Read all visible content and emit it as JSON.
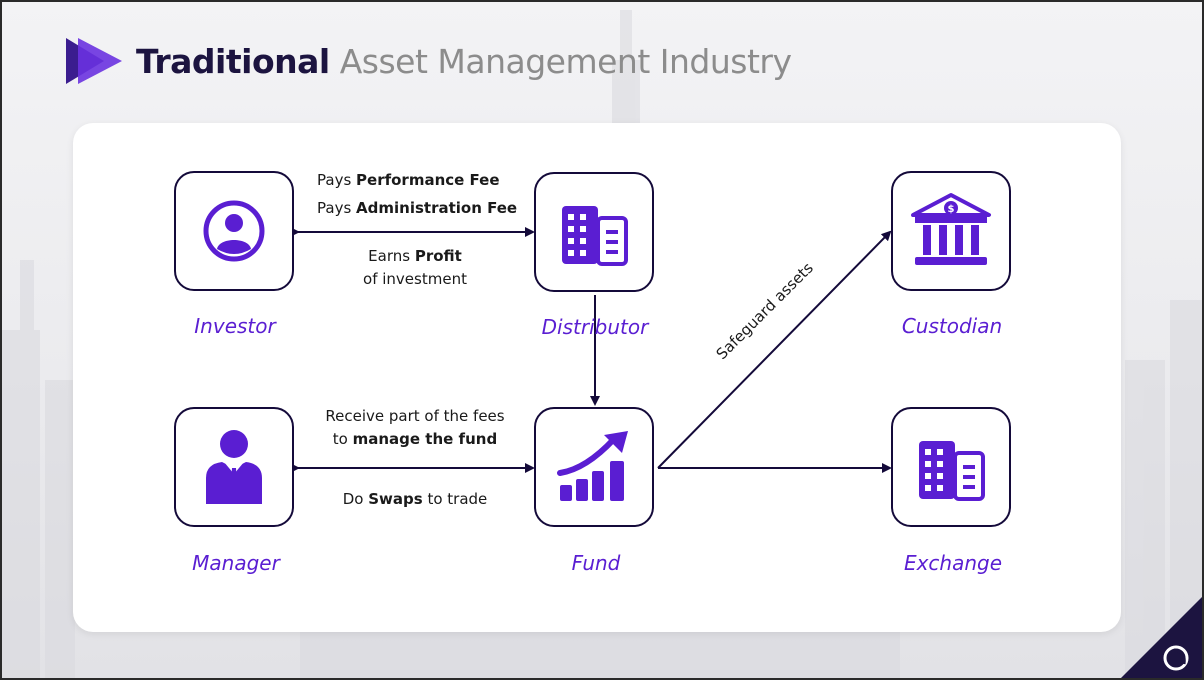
{
  "title": {
    "bold": "Traditional",
    "light": "Asset Management Industry"
  },
  "nodes": {
    "investor": {
      "label": "Investor"
    },
    "distributor": {
      "label": "Distributor"
    },
    "custodian": {
      "label": "Custodian"
    },
    "manager": {
      "label": "Manager"
    },
    "fund": {
      "label": "Fund"
    },
    "exchange": {
      "label": "Exchange"
    }
  },
  "edges": {
    "investor_distributor": {
      "line1_pre": "Pays ",
      "line1_bold": "Performance Fee",
      "line2_pre": "Pays ",
      "line2_bold": "Administration Fee",
      "line3_pre": "Earns ",
      "line3_bold": "Profit",
      "line4": "of investment"
    },
    "manager_fund": {
      "line1": "Receive part of the fees",
      "line2_pre": "to ",
      "line2_bold": "manage the fund",
      "line3_pre": "Do ",
      "line3_bold": "Swaps",
      "line3_post": " to trade"
    },
    "fund_custodian": {
      "label": "Safeguard assets"
    }
  },
  "colors": {
    "accent": "#5a1ed2",
    "dark": "#140a3a",
    "title_dark": "#1c1440",
    "title_light": "#8c8c8c"
  },
  "icons": {
    "logo": "play-chevron-icon",
    "investor": "user-circle-icon",
    "distributor": "office-building-icon",
    "custodian": "bank-icon",
    "manager": "businessman-icon",
    "fund": "growth-chart-icon",
    "exchange": "office-building-icon",
    "corner": "brand-corner-icon"
  }
}
